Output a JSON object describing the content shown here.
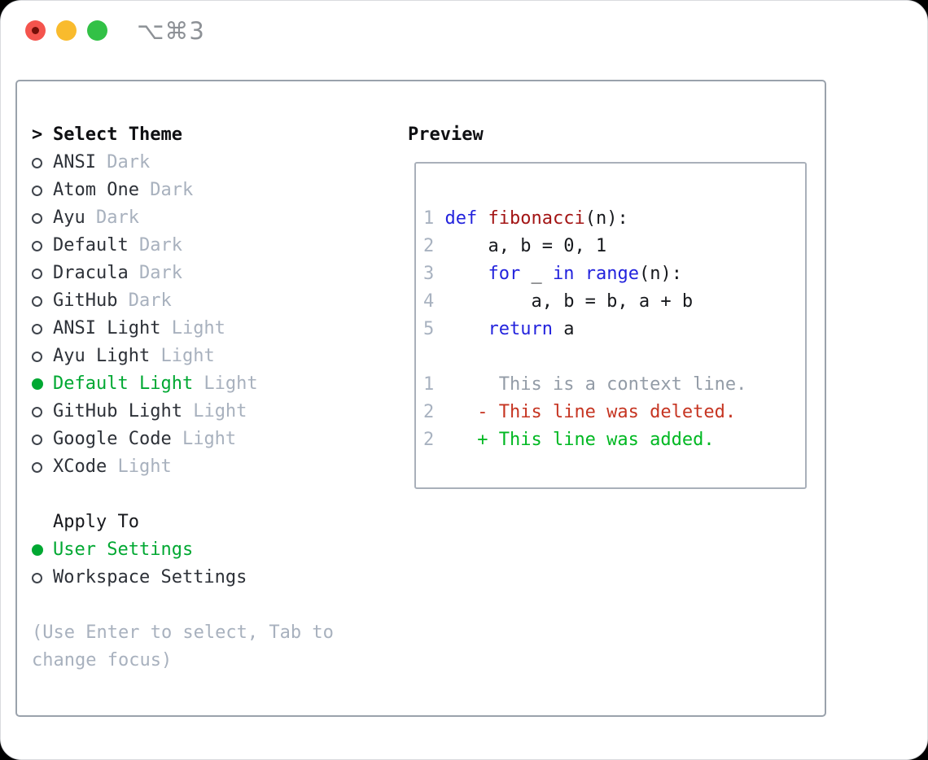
{
  "titlebar": {
    "shortcut": "⌥⌘3"
  },
  "theme_picker": {
    "prompt": ">",
    "title": "Select Theme",
    "themes": [
      {
        "name": "ANSI",
        "variant": "Dark",
        "selected": false
      },
      {
        "name": "Atom One",
        "variant": "Dark",
        "selected": false
      },
      {
        "name": "Ayu",
        "variant": "Dark",
        "selected": false
      },
      {
        "name": "Default",
        "variant": "Dark",
        "selected": false
      },
      {
        "name": "Dracula",
        "variant": "Dark",
        "selected": false
      },
      {
        "name": "GitHub",
        "variant": "Dark",
        "selected": false
      },
      {
        "name": "ANSI Light",
        "variant": "Light",
        "selected": false
      },
      {
        "name": "Ayu Light",
        "variant": "Light",
        "selected": false
      },
      {
        "name": "Default Light",
        "variant": "Light",
        "selected": true
      },
      {
        "name": "GitHub Light",
        "variant": "Light",
        "selected": false
      },
      {
        "name": "Google Code",
        "variant": "Light",
        "selected": false
      },
      {
        "name": "XCode",
        "variant": "Light",
        "selected": false
      }
    ],
    "apply_to": {
      "title": "Apply To",
      "options": [
        {
          "name": "User Settings",
          "selected": true
        },
        {
          "name": "Workspace Settings",
          "selected": false
        }
      ]
    },
    "hint_lines": [
      "(Use Enter to select, Tab to",
      "change focus)"
    ]
  },
  "preview": {
    "title": "Preview",
    "lines": [
      [
        {
          "t": "1 ",
          "c": "ln"
        },
        {
          "t": "def",
          "c": "kw"
        },
        {
          "t": " ",
          "c": "pl"
        },
        {
          "t": "fibonacci",
          "c": "fn"
        },
        {
          "t": "(n):",
          "c": "pl"
        }
      ],
      [
        {
          "t": "2 ",
          "c": "ln"
        },
        {
          "t": "    a, b = 0, 1",
          "c": "pl"
        }
      ],
      [
        {
          "t": "3 ",
          "c": "ln"
        },
        {
          "t": "    ",
          "c": "pl"
        },
        {
          "t": "for",
          "c": "kw"
        },
        {
          "t": " _ ",
          "c": "pl"
        },
        {
          "t": "in",
          "c": "kw"
        },
        {
          "t": " ",
          "c": "pl"
        },
        {
          "t": "range",
          "c": "kw"
        },
        {
          "t": "(n):",
          "c": "pl"
        }
      ],
      [
        {
          "t": "4 ",
          "c": "ln"
        },
        {
          "t": "        a, b = b, a + b",
          "c": "pl"
        }
      ],
      [
        {
          "t": "5 ",
          "c": "ln"
        },
        {
          "t": "    ",
          "c": "pl"
        },
        {
          "t": "return",
          "c": "kw"
        },
        {
          "t": " a",
          "c": "pl"
        }
      ],
      [],
      [
        {
          "t": "1 ",
          "c": "ln"
        },
        {
          "t": "     This is a context line.",
          "c": "ctx"
        }
      ],
      [
        {
          "t": "2 ",
          "c": "ln"
        },
        {
          "t": "   - This line was deleted.",
          "c": "del"
        }
      ],
      [
        {
          "t": "2 ",
          "c": "ln"
        },
        {
          "t": "   + This line was added.",
          "c": "add"
        }
      ]
    ]
  },
  "colors": {
    "accent_green": "#00a832",
    "keyword_blue": "#2323dd",
    "function_red": "#a31515",
    "diff_deleted_red": "#c63522",
    "diff_added_green": "#00b822",
    "code_text": "#17191d",
    "text_dark": "#2d3138",
    "muted_gray": "#a8b1be",
    "line_number_gray": "#a8b2c0",
    "context_gray": "#939ca7",
    "tl_red": "#f4544d",
    "tl_red_dot": "#740f08",
    "tl_yellow": "#f9bb2d",
    "tl_green": "#32c146"
  }
}
